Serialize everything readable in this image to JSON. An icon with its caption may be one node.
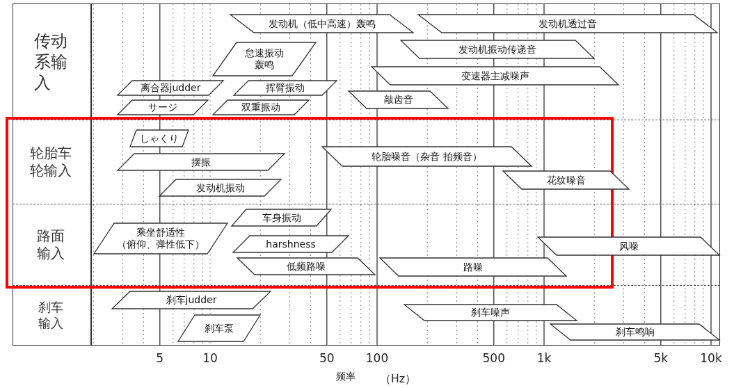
{
  "diagram": {
    "nodes": [
      {
        "text": [
          "传动系输入"
        ]
      },
      {
        "text": [
          "发动机（低中高速）轰鸣"
        ]
      },
      {
        "text": [
          "发动机透过音"
        ]
      },
      {
        "text": [
          "怠速振动轰鸣"
        ]
      },
      {
        "text": [
          "发动机振动传递音"
        ]
      },
      {
        "text": [
          "变速器主减噪声"
        ]
      },
      {
        "text": [
          "离合器judder"
        ]
      },
      {
        "text": [
          "挥臂振动"
        ]
      },
      {
        "text": [
          "敲齿音"
        ]
      },
      {
        "text": [
          "サージ"
        ]
      },
      {
        "text": [
          "双重振动"
        ]
      },
      {
        "text": [
          "轮胎车轮输入"
        ]
      },
      {
        "text": [
          "しゃくり"
        ]
      },
      {
        "text": [
          "摆振"
        ]
      },
      {
        "text": [
          "轮胎噪音（杂音 拍频音）"
        ]
      },
      {
        "text": [
          "花纹噪音"
        ]
      },
      {
        "text": [
          "发动机振动"
        ]
      },
      {
        "text": [
          "路面输入"
        ]
      },
      {
        "text": [
          "车身振动"
        ]
      },
      {
        "text": [
          "乘坐舒适性",
          "（俯仰、弹性低下）"
        ]
      },
      {
        "text": [
          "harshness"
        ]
      },
      {
        "text": [
          "风噪"
        ]
      },
      {
        "text": [
          "低频路噪"
        ]
      },
      {
        "text": [
          "路噪"
        ]
      },
      {
        "text": [
          "刹车输入"
        ]
      },
      {
        "text": [
          "刹车judder"
        ]
      },
      {
        "text": [
          "刹车泵"
        ]
      },
      {
        "text": [
          "刹车噪声"
        ]
      },
      {
        "text": [
          "刹车鸣响"
        ]
      }
    ],
    "labels": [
      "5",
      "10",
      "50",
      "100",
      "500",
      "1k",
      "5k",
      "10k",
      "频率",
      "（Hz）"
    ]
  }
}
